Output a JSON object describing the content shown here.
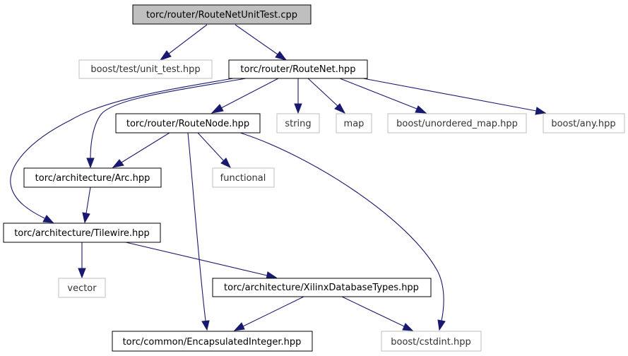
{
  "colors": {
    "edge": "#191970",
    "main_fill": "#bfbfbf",
    "internal_border": "#000000",
    "external_border": "#bfbfbf"
  },
  "nodes": {
    "unittest_cpp": {
      "label": "torc/router/RouteNetUnitTest.cpp",
      "kind": "main"
    },
    "boost_unit_test": {
      "label": "boost/test/unit_test.hpp",
      "kind": "external"
    },
    "routenet_hpp": {
      "label": "torc/router/RouteNet.hpp",
      "kind": "internal"
    },
    "routenode_hpp": {
      "label": "torc/router/RouteNode.hpp",
      "kind": "internal"
    },
    "string": {
      "label": "string",
      "kind": "external"
    },
    "map": {
      "label": "map",
      "kind": "external"
    },
    "boost_unordered_map": {
      "label": "boost/unordered_map.hpp",
      "kind": "external"
    },
    "boost_any": {
      "label": "boost/any.hpp",
      "kind": "external"
    },
    "arc_hpp": {
      "label": "torc/architecture/Arc.hpp",
      "kind": "internal"
    },
    "functional": {
      "label": "functional",
      "kind": "external"
    },
    "tilewire_hpp": {
      "label": "torc/architecture/Tilewire.hpp",
      "kind": "internal"
    },
    "vector": {
      "label": "vector",
      "kind": "external"
    },
    "xilinx_db_types_hpp": {
      "label": "torc/architecture/XilinxDatabaseTypes.hpp",
      "kind": "internal"
    },
    "encapsulated_integer_hpp": {
      "label": "torc/common/EncapsulatedInteger.hpp",
      "kind": "internal"
    },
    "boost_cstdint": {
      "label": "boost/cstdint.hpp",
      "kind": "external"
    }
  },
  "edges": [
    {
      "from": "unittest_cpp",
      "to": "boost_unit_test"
    },
    {
      "from": "unittest_cpp",
      "to": "routenet_hpp"
    },
    {
      "from": "routenet_hpp",
      "to": "routenode_hpp"
    },
    {
      "from": "routenet_hpp",
      "to": "string"
    },
    {
      "from": "routenet_hpp",
      "to": "map"
    },
    {
      "from": "routenet_hpp",
      "to": "boost_unordered_map"
    },
    {
      "from": "routenet_hpp",
      "to": "boost_any"
    },
    {
      "from": "routenet_hpp",
      "to": "arc_hpp"
    },
    {
      "from": "routenet_hpp",
      "to": "tilewire_hpp"
    },
    {
      "from": "routenode_hpp",
      "to": "arc_hpp"
    },
    {
      "from": "routenode_hpp",
      "to": "functional"
    },
    {
      "from": "routenode_hpp",
      "to": "encapsulated_integer_hpp"
    },
    {
      "from": "routenode_hpp",
      "to": "boost_cstdint"
    },
    {
      "from": "arc_hpp",
      "to": "tilewire_hpp"
    },
    {
      "from": "tilewire_hpp",
      "to": "vector"
    },
    {
      "from": "tilewire_hpp",
      "to": "xilinx_db_types_hpp"
    },
    {
      "from": "xilinx_db_types_hpp",
      "to": "encapsulated_integer_hpp"
    },
    {
      "from": "xilinx_db_types_hpp",
      "to": "boost_cstdint"
    }
  ]
}
